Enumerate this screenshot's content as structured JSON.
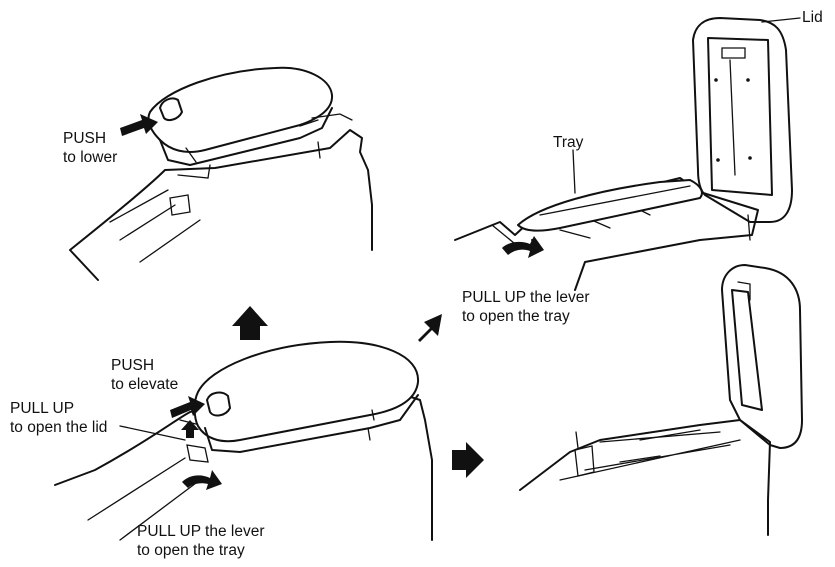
{
  "colors": {
    "ink": "#111111",
    "background": "#ffffff"
  },
  "icons": [
    "arrow-up-icon",
    "arrow-up-right-icon",
    "arrow-right-icon",
    "push-arrow-icon",
    "curved-arrow-icon"
  ],
  "panels": {
    "top_left": {
      "push_label_line1": "PUSH",
      "push_label_line2": "to lower"
    },
    "top_right": {
      "lid_label": "Lid",
      "tray_label": "Tray",
      "lever_label_line1": "PULL UP the lever",
      "lever_label_line2": "to open the tray"
    },
    "bottom_left": {
      "push_label_line1": "PUSH",
      "push_label_line2": "to elevate",
      "pull_lid_line1": "PULL UP",
      "pull_lid_line2": "to open the lid",
      "lever_label_line1": "PULL UP the lever",
      "lever_label_line2": "to open the tray"
    },
    "bottom_right": {}
  }
}
